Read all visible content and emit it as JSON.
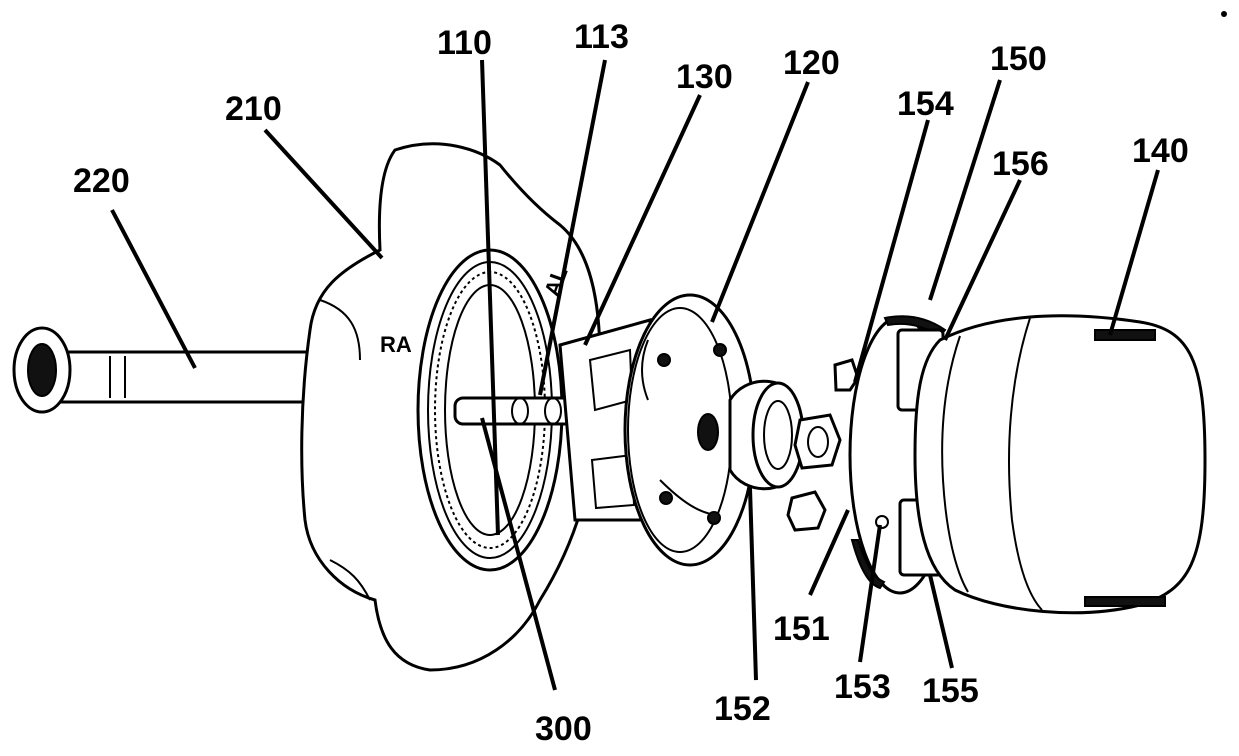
{
  "labels": {
    "l110": "110",
    "l113": "113",
    "l130": "130",
    "l120": "120",
    "l150": "150",
    "l154": "154",
    "l156": "156",
    "l140": "140",
    "l210": "210",
    "l220": "220",
    "l300": "300",
    "l152": "152",
    "l151": "151",
    "l153": "153",
    "l155": "155"
  },
  "knob_marks": {
    "front": "RA",
    "top": "AL"
  }
}
